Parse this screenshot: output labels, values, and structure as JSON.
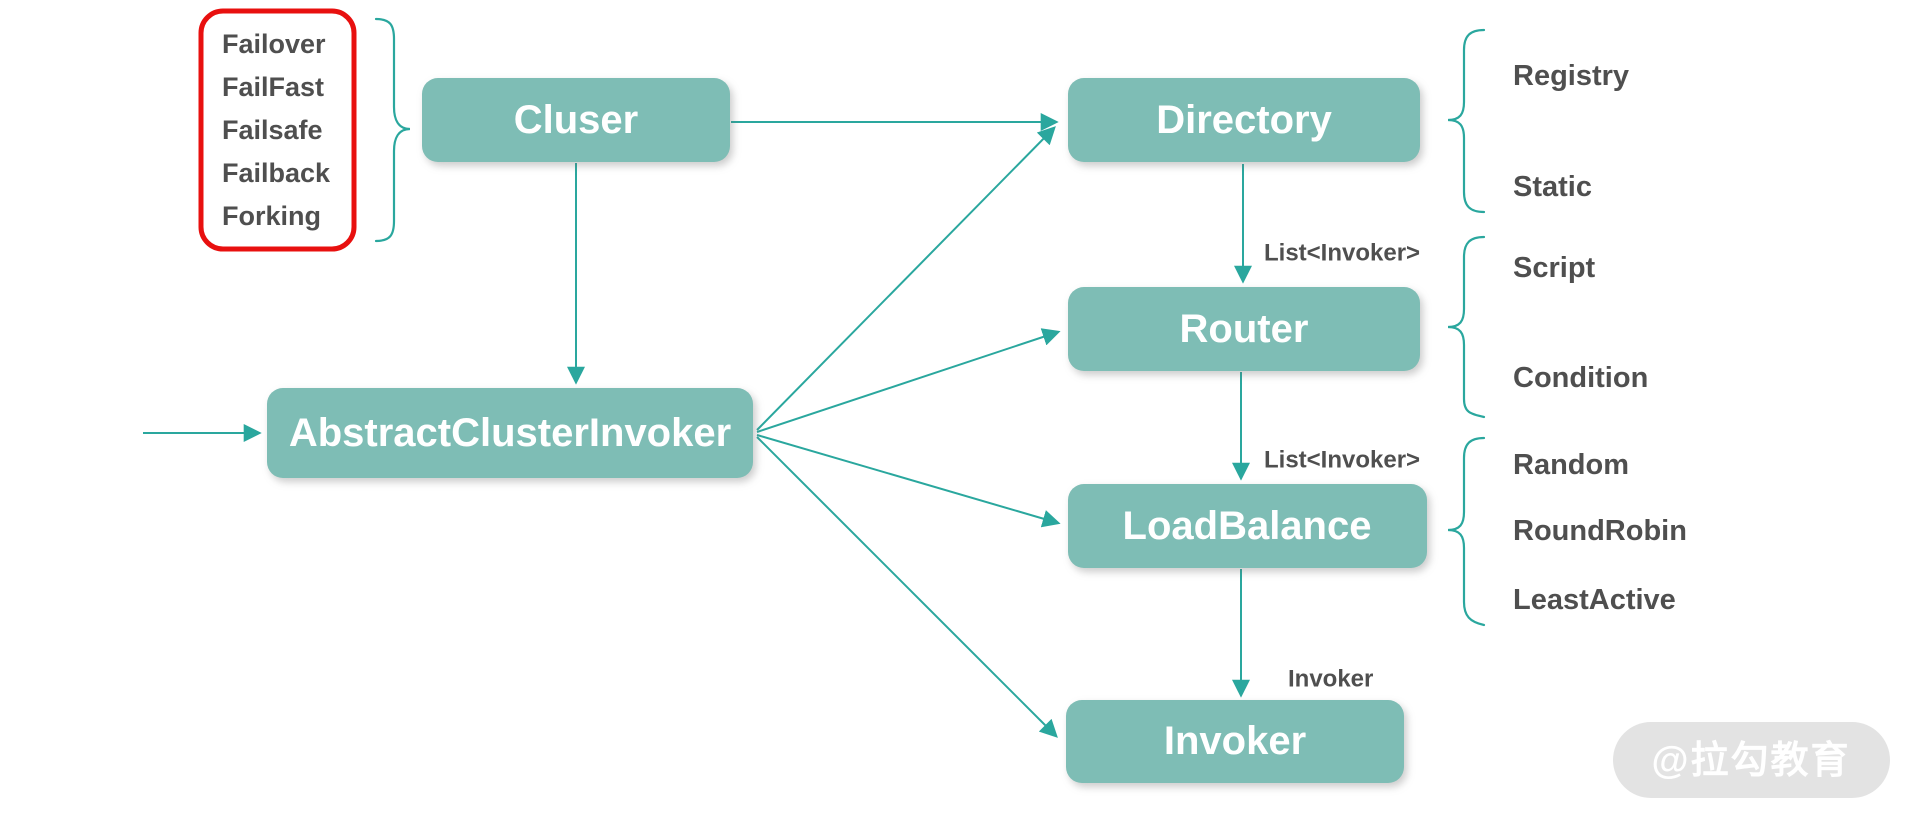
{
  "colors": {
    "node_fill": "#7ebdb5",
    "node_text": "#ffffff",
    "edge": "#2aa79e",
    "label_text": "#4f4f4f",
    "highlight_border": "#e8100f",
    "watermark_bg": "#e3e3e3",
    "watermark_text": "#ffffff",
    "background": "#ffffff"
  },
  "nodes": {
    "cluser": "Cluser",
    "abstract_cluster_invoker": "AbstractClusterInvoker",
    "directory": "Directory",
    "router": "Router",
    "loadbalance": "LoadBalance",
    "invoker": "Invoker"
  },
  "cluster_strategies": {
    "items": [
      "Failover",
      "FailFast",
      "Failsafe",
      "Failback",
      "Forking"
    ]
  },
  "directory_impls": {
    "items": [
      "Registry",
      "Static"
    ]
  },
  "router_impls": {
    "items": [
      "Script",
      "Condition"
    ]
  },
  "loadbalance_impls": {
    "items": [
      "Random",
      "RoundRobin",
      "LeastActive"
    ]
  },
  "edge_labels": {
    "directory_to_router": "List<Invoker>",
    "router_to_loadbalance": "List<Invoker>",
    "loadbalance_to_invoker": "Invoker"
  },
  "watermark": "@拉勾教育"
}
